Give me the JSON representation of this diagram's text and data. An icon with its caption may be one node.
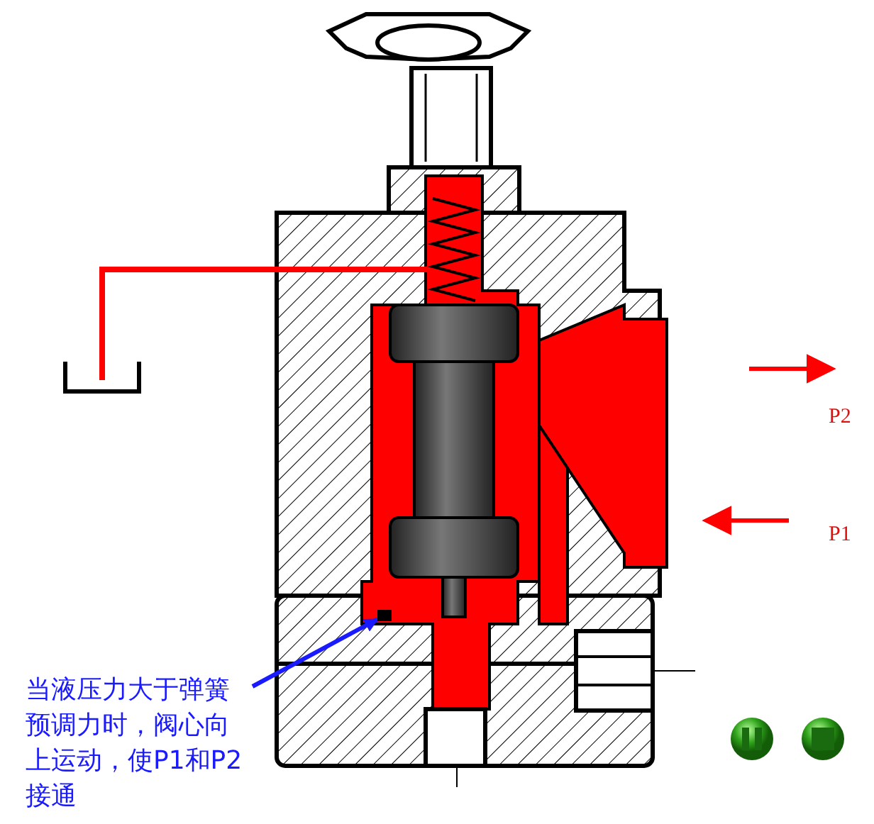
{
  "diagram": {
    "nodes": [
      {
        "text": [
          "当液压力大于弹簧预调力时，阀心向上运动，使P1和P2接通"
        ]
      },
      {
        "text": [],
        "shape": "box"
      }
    ],
    "edges": [
      {
        "from": 0,
        "to": 1,
        "arrow": "to",
        "color": "#1a1aff"
      }
    ],
    "labels": [
      "P2",
      "P1"
    ]
  }
}
